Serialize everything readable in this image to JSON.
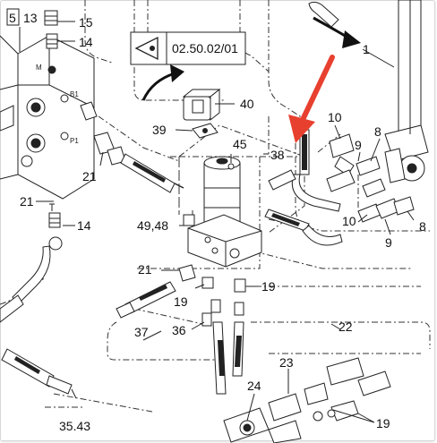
{
  "diagram": {
    "reference_box": {
      "text": "02.50.02/01",
      "icon": "eye-view-icon"
    },
    "callouts": [
      {
        "id": "c-5",
        "text": "5"
      },
      {
        "id": "c-13",
        "text": "13"
      },
      {
        "id": "c-15",
        "text": "15"
      },
      {
        "id": "c-14a",
        "text": "14"
      },
      {
        "id": "c-1",
        "text": "1"
      },
      {
        "id": "c-40",
        "text": "40"
      },
      {
        "id": "c-39",
        "text": "39"
      },
      {
        "id": "c-10a",
        "text": "10"
      },
      {
        "id": "c-45",
        "text": "45"
      },
      {
        "id": "c-38",
        "text": "38"
      },
      {
        "id": "c-9a",
        "text": "9"
      },
      {
        "id": "c-8a",
        "text": "8"
      },
      {
        "id": "c-21a",
        "text": "21"
      },
      {
        "id": "c-21b",
        "text": "21"
      },
      {
        "id": "c-14b",
        "text": "14"
      },
      {
        "id": "c-4948",
        "text": "49,48"
      },
      {
        "id": "c-10b",
        "text": "10"
      },
      {
        "id": "c-8b",
        "text": "8"
      },
      {
        "id": "c-9b",
        "text": "9"
      },
      {
        "id": "c-21c",
        "text": "21"
      },
      {
        "id": "c-19a",
        "text": "19"
      },
      {
        "id": "c-19b",
        "text": "19"
      },
      {
        "id": "c-36",
        "text": "36"
      },
      {
        "id": "c-37",
        "text": "37"
      },
      {
        "id": "c-22",
        "text": "22"
      },
      {
        "id": "c-23",
        "text": "23"
      },
      {
        "id": "c-24",
        "text": "24"
      },
      {
        "id": "c-19c",
        "text": "19"
      },
      {
        "id": "c-3543",
        "text": "35.43"
      }
    ],
    "colors": {
      "highlight_arrow": "#e8402f",
      "ink": "#222222"
    }
  }
}
